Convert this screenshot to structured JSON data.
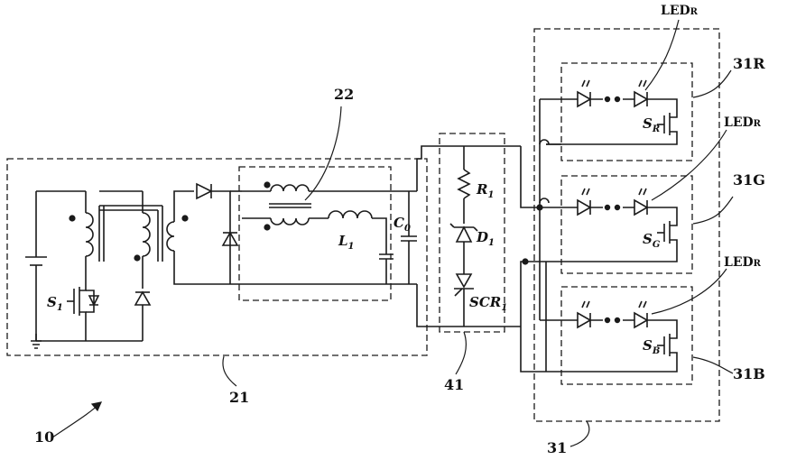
{
  "labels": {
    "system": "10",
    "converter": "21",
    "coupled_inductor": "22",
    "led_module": "31",
    "led_unit_r": "31R",
    "led_unit_g": "31G",
    "led_unit_b": "31B",
    "protection": "41"
  },
  "components": {
    "switch_main": "S",
    "switch_main_sub": "1",
    "inductor": "L",
    "inductor_sub": "1",
    "capacitor": "C",
    "capacitor_sub": "0",
    "resistor": "R",
    "resistor_sub": "1",
    "diode": "D",
    "diode_sub": "1",
    "scr": "SCR",
    "scr_sub": "1",
    "switch_r": "S",
    "switch_r_sub": "R",
    "switch_g": "S",
    "switch_g_sub": "G",
    "switch_b": "S",
    "switch_b_sub": "B"
  },
  "led_labels": {
    "led_top": "LED",
    "led_top_sub": "R",
    "led_mid": "LED",
    "led_mid_sub": "R",
    "led_bottom": "LED",
    "led_bottom_sub": "R"
  }
}
